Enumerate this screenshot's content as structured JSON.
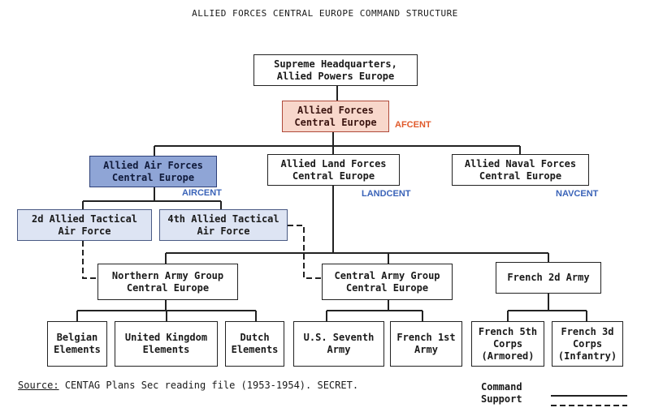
{
  "title": "ALLIED FORCES CENTRAL EUROPE COMMAND STRUCTURE",
  "nodes": {
    "shape": [
      "Supreme Headquarters,",
      "Allied Powers Europe"
    ],
    "afcent": [
      "Allied Forces",
      "Central Europe"
    ],
    "air": [
      "Allied Air Forces",
      "Central Europe"
    ],
    "land": [
      "Allied Land Forces",
      "Central Europe"
    ],
    "naval": [
      "Allied Naval Forces",
      "Central Europe"
    ],
    "tac2": [
      "2d Allied Tactical",
      "Air Force"
    ],
    "tac4": [
      "4th Allied Tactical",
      "Air Force"
    ],
    "northag": [
      "Northern Army Group",
      "Central Europe"
    ],
    "centag": [
      "Central Army Group",
      "Central Europe"
    ],
    "french2": [
      "French 2d Army"
    ],
    "belgian": [
      "Belgian",
      "Elements"
    ],
    "uk": [
      "United Kingdom",
      "Elements"
    ],
    "dutch": [
      "Dutch",
      "Elements"
    ],
    "us7": [
      "U.S. Seventh",
      "Army"
    ],
    "french1": [
      "French 1st",
      "Army"
    ],
    "french5": [
      "French 5th",
      "Corps",
      "(Armored)"
    ],
    "french3": [
      "French 3d",
      "Corps",
      "(Infantry)"
    ]
  },
  "tags": {
    "afcent": "AFCENT",
    "aircent": "AIRCENT",
    "landcent": "LANDCENT",
    "navcent": "NAVCENT"
  },
  "colors": {
    "afcent_tag": "#e05a2b",
    "cent_tag": "#3a63b8"
  },
  "source": {
    "label": "Source:",
    "text": "CENTAG Plans Sec reading file (1953-1954).  SECRET."
  },
  "legend": {
    "command": "Command",
    "support": "Support"
  }
}
